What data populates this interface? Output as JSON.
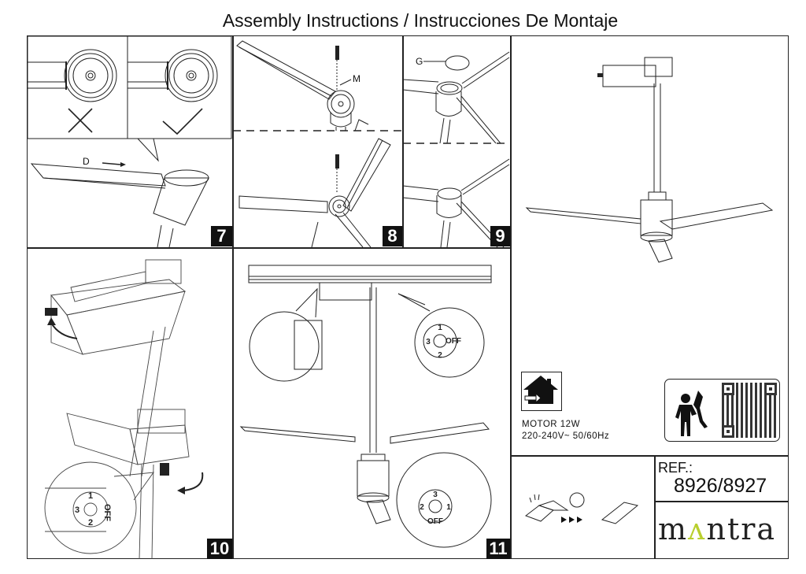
{
  "document": {
    "title": "Assembly Instructions / Instrucciones De Montaje"
  },
  "steps": [
    {
      "number": "7",
      "labels": [
        "D"
      ],
      "marks": [
        "incorrect-x",
        "correct-check"
      ]
    },
    {
      "number": "8",
      "labels": [
        "M"
      ]
    },
    {
      "number": "9",
      "labels": [
        "G"
      ]
    },
    {
      "number": "10",
      "dial": {
        "positions": [
          "1",
          "OFF",
          "2",
          "3"
        ]
      }
    },
    {
      "number": "11",
      "dial": {
        "positions": [
          "1",
          "OFF",
          "2",
          "3"
        ]
      }
    }
  ],
  "specs": {
    "motor": "MOTOR 12W",
    "power": "220-240V~ 50/60Hz"
  },
  "reference": {
    "label": "REF.:",
    "value": "8926/8927"
  },
  "brand": {
    "name_left": "m",
    "name_accent": "ʌ",
    "name_right": "ntra",
    "accent_color": "#b9cf2e"
  },
  "icons": [
    "indoor-use-icon",
    "technician-wrench-icon",
    "qr-code-icon",
    "driver-replacement-icon"
  ]
}
